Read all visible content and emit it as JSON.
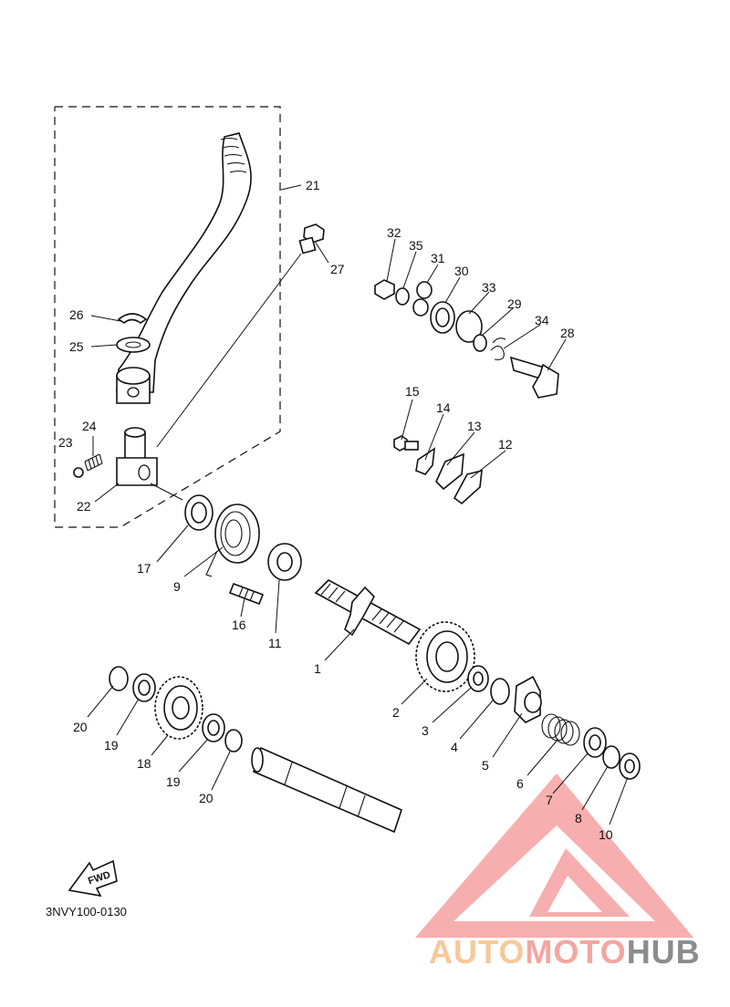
{
  "diagram": {
    "part_code": "3NVY100-0130",
    "fwd_label": "FWD",
    "callouts": [
      {
        "id": "c21",
        "text": "21"
      },
      {
        "id": "c27",
        "text": "27"
      },
      {
        "id": "c26",
        "text": "26"
      },
      {
        "id": "c25",
        "text": "25"
      },
      {
        "id": "c24",
        "text": "24"
      },
      {
        "id": "c23",
        "text": "23"
      },
      {
        "id": "c22",
        "text": "22"
      },
      {
        "id": "c32",
        "text": "32"
      },
      {
        "id": "c35",
        "text": "35"
      },
      {
        "id": "c31",
        "text": "31"
      },
      {
        "id": "c30",
        "text": "30"
      },
      {
        "id": "c33",
        "text": "33"
      },
      {
        "id": "c29",
        "text": "29"
      },
      {
        "id": "c34",
        "text": "34"
      },
      {
        "id": "c28",
        "text": "28"
      },
      {
        "id": "c15",
        "text": "15"
      },
      {
        "id": "c14",
        "text": "14"
      },
      {
        "id": "c13",
        "text": "13"
      },
      {
        "id": "c12",
        "text": "12"
      },
      {
        "id": "c17",
        "text": "17"
      },
      {
        "id": "c9",
        "text": "9"
      },
      {
        "id": "c16",
        "text": "16"
      },
      {
        "id": "c11",
        "text": "11"
      },
      {
        "id": "c1",
        "text": "1"
      },
      {
        "id": "c2",
        "text": "2"
      },
      {
        "id": "c3",
        "text": "3"
      },
      {
        "id": "c4",
        "text": "4"
      },
      {
        "id": "c5",
        "text": "5"
      },
      {
        "id": "c6",
        "text": "6"
      },
      {
        "id": "c7",
        "text": "7"
      },
      {
        "id": "c8",
        "text": "8"
      },
      {
        "id": "c10",
        "text": "10"
      },
      {
        "id": "c20a",
        "text": "20"
      },
      {
        "id": "c19a",
        "text": "19"
      },
      {
        "id": "c18",
        "text": "18"
      },
      {
        "id": "c19b",
        "text": "19"
      },
      {
        "id": "c20b",
        "text": "20"
      }
    ]
  },
  "watermark": {
    "part1": "AUTO",
    "part2": "MOTO",
    "part3": "HUB",
    "colors": {
      "part1": "#f7c89a",
      "part2": "#f4a6a0",
      "part3": "#8c8c8c",
      "triangle": "#f26d6d"
    }
  }
}
